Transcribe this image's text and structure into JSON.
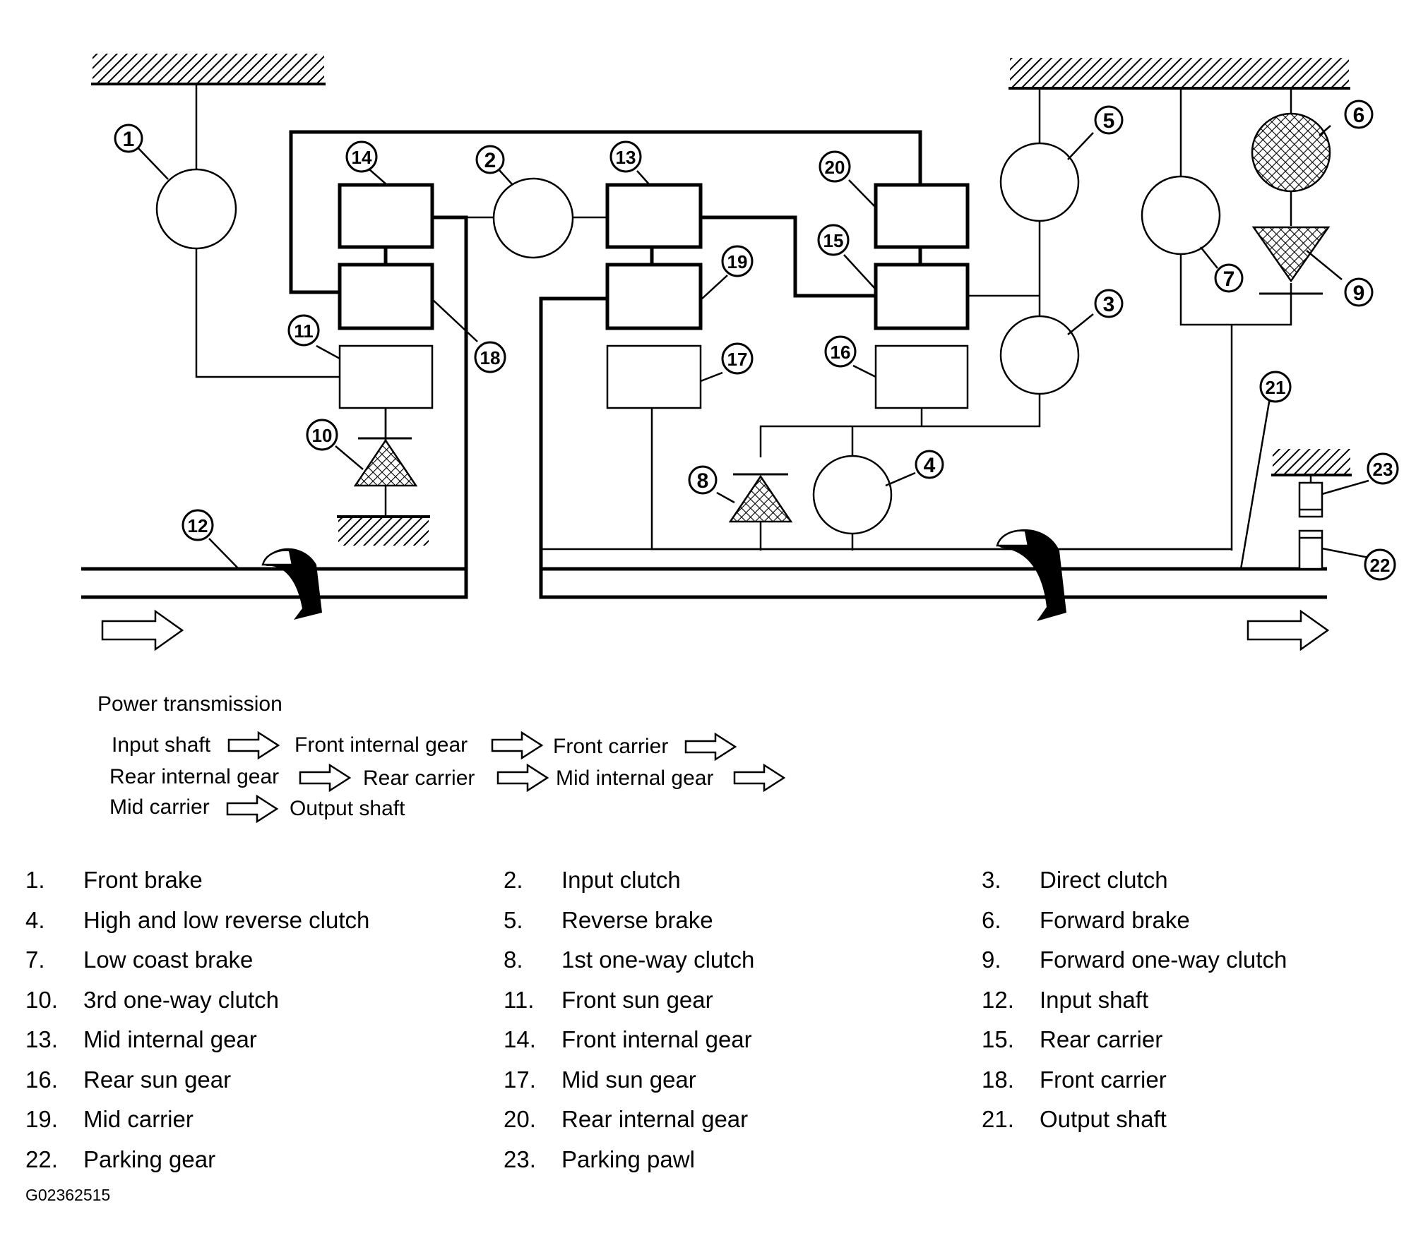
{
  "callouts": [
    "1",
    "2",
    "3",
    "4",
    "5",
    "6",
    "7",
    "8",
    "9",
    "10",
    "11",
    "12",
    "13",
    "14",
    "15",
    "16",
    "17",
    "18",
    "19",
    "20",
    "21",
    "22",
    "23"
  ],
  "power_transmission": {
    "title": "Power transmission",
    "steps": [
      "Input shaft",
      "Front internal gear",
      "Front carrier",
      "Rear internal gear",
      "Rear carrier",
      "Mid internal gear",
      "Mid carrier",
      "Output shaft"
    ]
  },
  "legend": [
    {
      "num": "1.",
      "label": "Front brake"
    },
    {
      "num": "2.",
      "label": "Input clutch"
    },
    {
      "num": "3.",
      "label": "Direct clutch"
    },
    {
      "num": "4.",
      "label": "High and low reverse clutch"
    },
    {
      "num": "5.",
      "label": "Reverse brake"
    },
    {
      "num": "6.",
      "label": "Forward brake"
    },
    {
      "num": "7.",
      "label": "Low coast brake"
    },
    {
      "num": "8.",
      "label": "1st one-way clutch"
    },
    {
      "num": "9.",
      "label": "Forward one-way clutch"
    },
    {
      "num": "10.",
      "label": "3rd one-way clutch"
    },
    {
      "num": "11.",
      "label": "Front sun gear"
    },
    {
      "num": "12.",
      "label": "Input shaft"
    },
    {
      "num": "13.",
      "label": "Mid internal gear"
    },
    {
      "num": "14.",
      "label": "Front internal gear"
    },
    {
      "num": "15.",
      "label": "Rear carrier"
    },
    {
      "num": "16.",
      "label": "Rear sun gear"
    },
    {
      "num": "17.",
      "label": "Mid sun gear"
    },
    {
      "num": "18.",
      "label": "Front carrier"
    },
    {
      "num": "19.",
      "label": "Mid carrier"
    },
    {
      "num": "20.",
      "label": "Rear internal gear"
    },
    {
      "num": "21.",
      "label": "Output shaft"
    },
    {
      "num": "22.",
      "label": "Parking gear"
    },
    {
      "num": "23.",
      "label": "Parking pawl"
    }
  ],
  "figure_code": "G02362515"
}
